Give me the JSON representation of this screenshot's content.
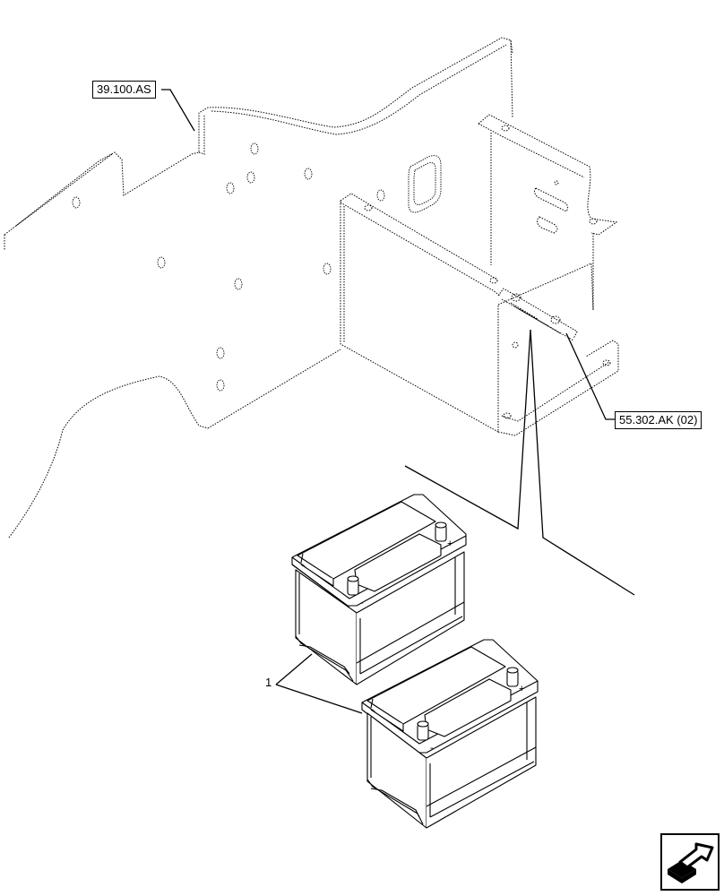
{
  "diagram": {
    "references": {
      "frame_ref": "39.100.AS",
      "battery_support_ref": "55.302.AK (02)"
    },
    "item_number": "1",
    "terminal_plus": "+",
    "terminal_minus": "-",
    "nav_icon": "next-page-arrow-icon"
  }
}
